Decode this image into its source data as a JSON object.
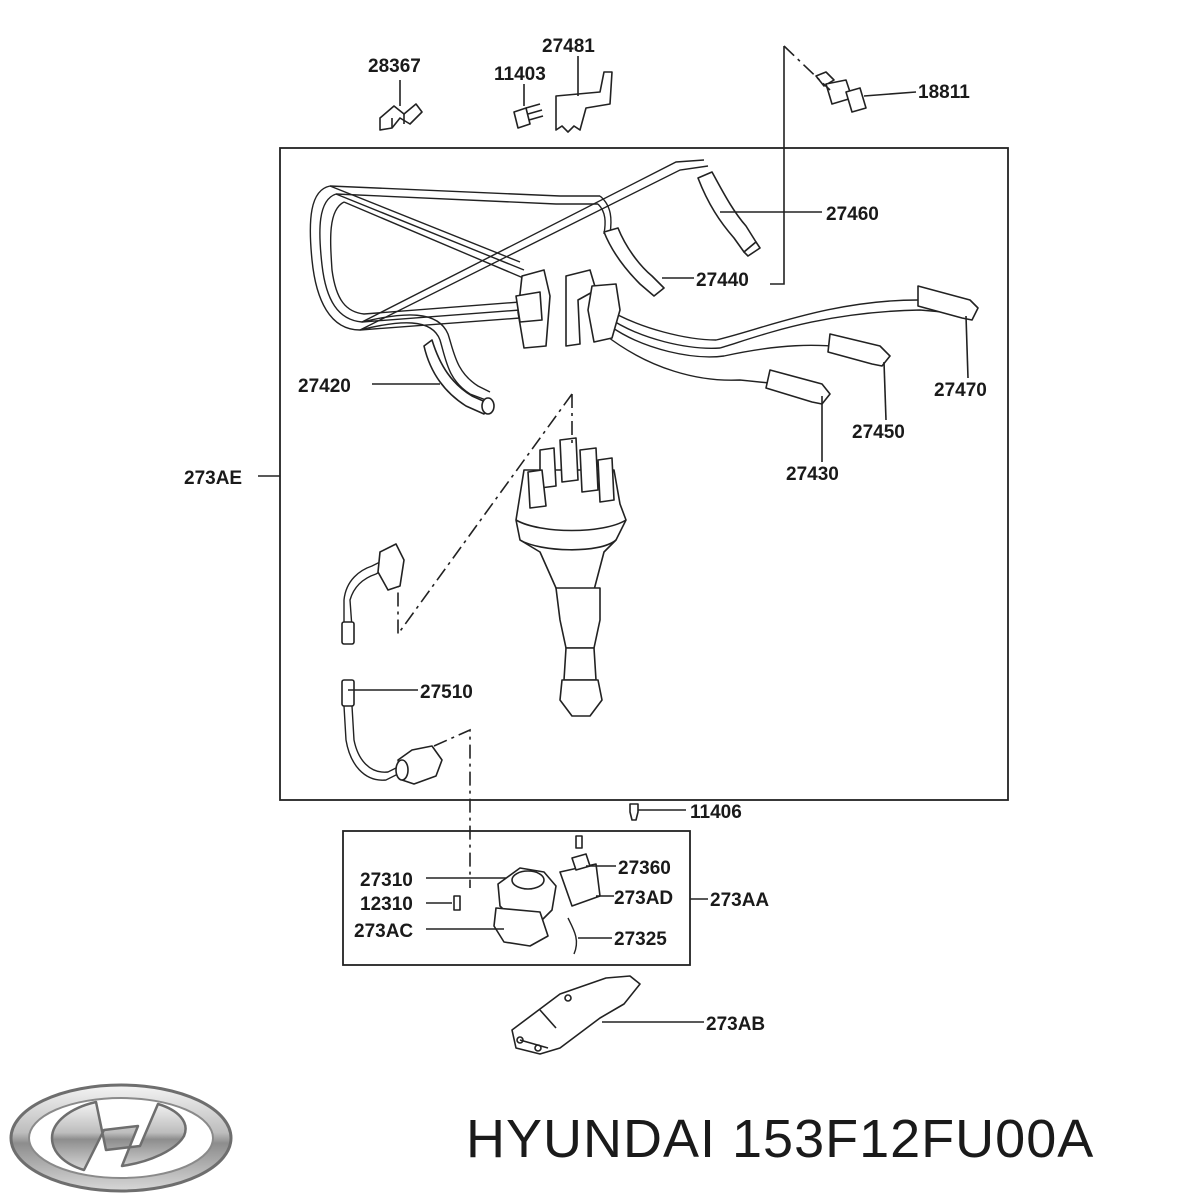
{
  "labels": {
    "p28367": "28367",
    "p27481": "27481",
    "p11403": "11403",
    "p18811": "18811",
    "p27460": "27460",
    "p27440": "27440",
    "p27420": "27420",
    "p27470": "27470",
    "p27450": "27450",
    "p27430": "27430",
    "p273AE": "273AE",
    "p27510": "27510",
    "p11406": "11406",
    "p27360": "27360",
    "p27310": "27310",
    "p12310": "12310",
    "p273AD": "273AD",
    "p273AA": "273AA",
    "p273AC": "273AC",
    "p27325": "27325",
    "p273AB": "273AB"
  },
  "brand": {
    "logo_icon": "hyundai-logo-icon",
    "caption": "HYUNDAI 153F12FU00A"
  }
}
